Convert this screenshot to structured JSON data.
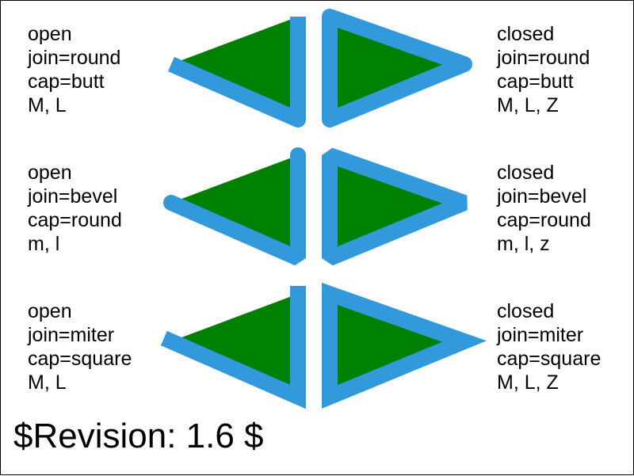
{
  "colors": {
    "fill": "#008000",
    "stroke": "#3399dd",
    "text": "#000000",
    "border": "#000000"
  },
  "rows": [
    {
      "left": {
        "lines": [
          "open",
          "join=round",
          "cap=butt",
          "M, L"
        ],
        "open": true,
        "linejoin": "round",
        "linecap": "butt"
      },
      "right": {
        "lines": [
          "closed",
          "join=round",
          "cap=butt",
          "M, L, Z"
        ],
        "open": false,
        "linejoin": "round",
        "linecap": "butt"
      }
    },
    {
      "left": {
        "lines": [
          "open",
          "join=bevel",
          "cap=round",
          "m, l"
        ],
        "open": true,
        "linejoin": "bevel",
        "linecap": "round"
      },
      "right": {
        "lines": [
          "closed",
          "join=bevel",
          "cap=round",
          "m, l, z"
        ],
        "open": false,
        "linejoin": "bevel",
        "linecap": "round"
      }
    },
    {
      "left": {
        "lines": [
          "open",
          "join=miter",
          "cap=square",
          "M, L"
        ],
        "open": true,
        "linejoin": "miter",
        "linecap": "square"
      },
      "right": {
        "lines": [
          "closed",
          "join=miter",
          "cap=square",
          "M, L, Z"
        ],
        "open": false,
        "linejoin": "miter",
        "linecap": "square"
      }
    }
  ],
  "revision": "$Revision: 1.6 $"
}
